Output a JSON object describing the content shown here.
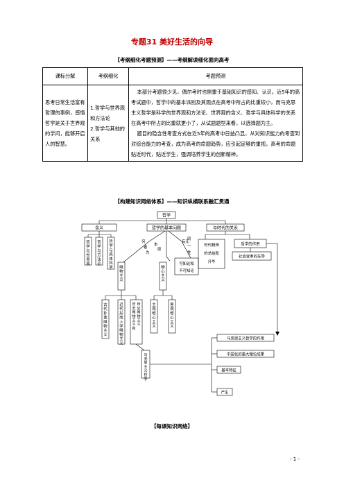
{
  "title": "专题31  美好生活的向导",
  "section1": "【考纲细化考题预测】——考纲解读细化面向高考",
  "table": {
    "headers": [
      "课标分解",
      "考纲细化",
      "考题预测"
    ],
    "col1": "思考日常生活富有哲理的事例，感悟哲学是关于世界观的学问，能够开启人的智慧。",
    "col2_items": [
      "1.哲学与世界观和方法论",
      "2.哲学与其他的关系"
    ],
    "col3_paragraphs": [
      "本部分考题很少见，偶尔考时也侧重于基础知识的感知、认识。近5年的高考试题中，哲学中的基本派别及其观点在高考中所占的比重较小，而马克思主义哲学是科学的世界观和方法论、世界观的含义、哲学与具体科学的关系在高考中所占的比重就更小了，从试题题型来看，以选择题为主。",
      "题目的隐含性考查方式在近5年的高考中日益凸显，从对知识能力的考查到对综合能力的考查，成为高考的命题趋势，应引起足够的重视。高考的命题贴近时代，贴近学生，强调培养学生的创新精神。"
    ]
  },
  "section2": "【构建知识网络体系】——知识纵横联系融汇贯通",
  "diagram": {
    "root": "哲学",
    "hanyi": "含义",
    "zhexue_yu_shijieguan": "哲学与世界观",
    "zhexue_yu_fangfalun": "哲学与方法论",
    "zhexue_yu_juti_kexue": "哲学与具体科学",
    "jiben_wenti": "哲学的基本问题",
    "label_he_zhe_wei": "何者为本原",
    "label_you_wu": "有无同一性",
    "weiwu": "唯物主义",
    "weixin": "唯心主义",
    "kezhi": "可知论和不可知论",
    "gudai": "古代朴素唯物主义",
    "jindai": "近代形而上学唯物主义",
    "lishi": "历史唯物主义和辩证唯物主义",
    "zhuguan": "主观唯心主义",
    "keguan": "客观唯心主义",
    "makesi": "马克思主义哲学",
    "yu_shidai": "与时代的关系",
    "shidai_jingshen": "时代精神的总结和升华",
    "zuoyong": "哲学的作用",
    "shehui": "社会变革的先导",
    "r1": "马克思主义哲学的作用",
    "r2": "中国化的重大理论成果",
    "r3": "基本特征",
    "r4": "产生"
  },
  "section3": "【每课知识网络】",
  "page_number": "- 1 -"
}
